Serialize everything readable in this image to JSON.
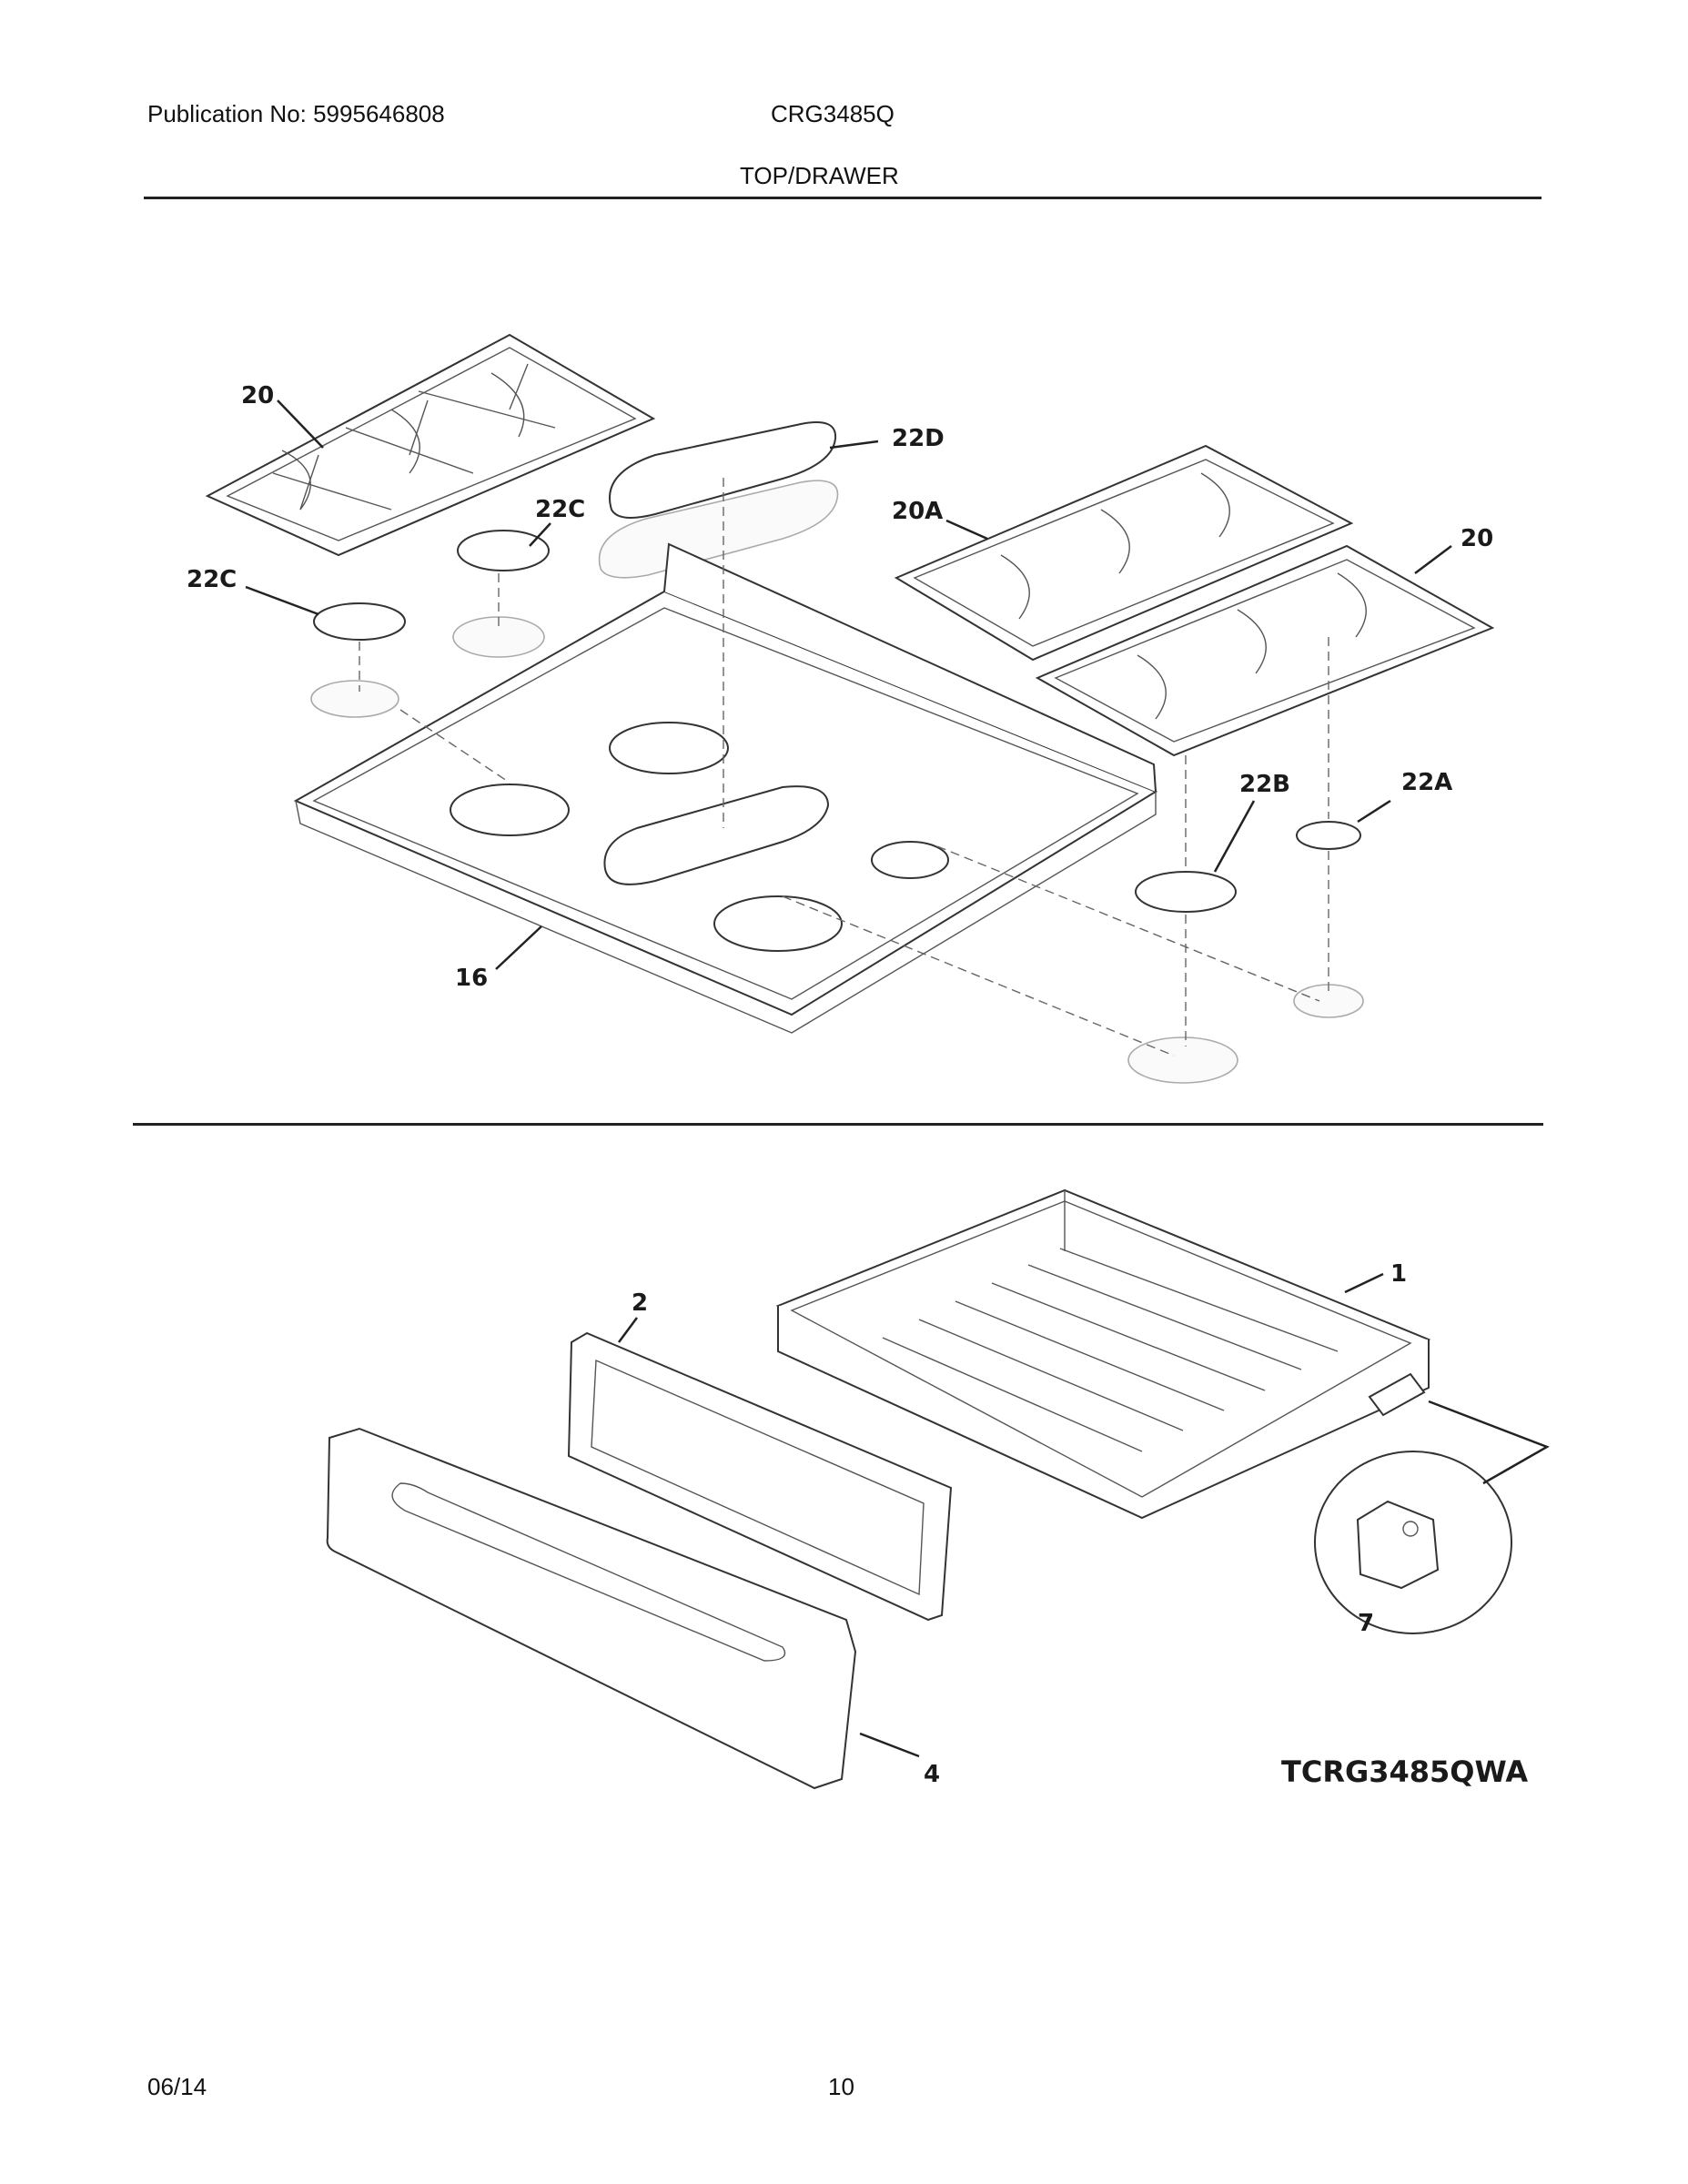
{
  "header": {
    "publication": "Publication No: 5995646808",
    "model": "CRG3485Q",
    "section": "TOP/DRAWER"
  },
  "callouts": {
    "top": [
      "20",
      "22D",
      "22C",
      "22C",
      "20A",
      "20",
      "22B",
      "22A",
      "16"
    ],
    "drawer": [
      "1",
      "2",
      "7",
      "4"
    ]
  },
  "diagram_code": "TCRG3485QWA",
  "footer": {
    "date": "06/14",
    "page": "10"
  }
}
